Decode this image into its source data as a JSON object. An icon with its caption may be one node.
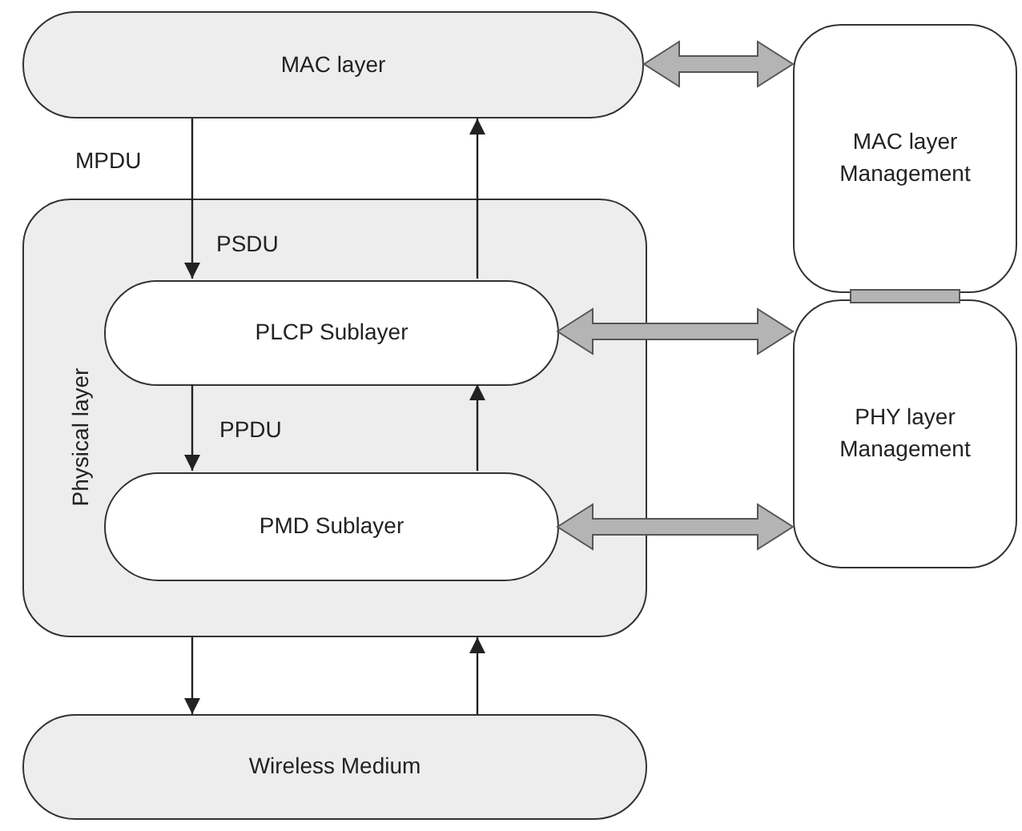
{
  "diagram": {
    "nodes": [
      {
        "text": [
          "MAC layer"
        ]
      },
      {
        "text": [
          "MAC layer Management"
        ]
      },
      {
        "text": [
          "Physical layer"
        ]
      },
      {
        "text": [
          "PLCP Sublayer"
        ],
        "in": 2
      },
      {
        "text": [
          "PMD Sublayer"
        ],
        "in": 2
      },
      {
        "text": [
          "PHY layer Management"
        ]
      },
      {
        "text": [
          "Wireless Medium"
        ]
      }
    ],
    "edges": [
      {
        "from": 0,
        "to": 3,
        "arrow": "to"
      },
      {
        "from": 3,
        "to": 0,
        "arrow": "to"
      },
      {
        "from": 3,
        "to": 4,
        "arrow": "to"
      },
      {
        "from": 4,
        "to": 3,
        "arrow": "to"
      },
      {
        "from": 2,
        "to": 6,
        "arrow": "to"
      },
      {
        "from": 6,
        "to": 2,
        "arrow": "to"
      },
      {
        "from": 0,
        "to": 1,
        "arrow": "both",
        "style": "thick",
        "color": "#b4b4b4"
      },
      {
        "from": 3,
        "to": 5,
        "arrow": "both",
        "style": "thick",
        "color": "#b4b4b4"
      },
      {
        "from": 4,
        "to": 5,
        "arrow": "both",
        "style": "thick",
        "color": "#b4b4b4"
      },
      {
        "from": 1,
        "to": 5,
        "arrow": "none",
        "style": "thick",
        "color": "#b4b4b4"
      }
    ],
    "labels": [
      "MPDU",
      "PSDU",
      "PPDU"
    ]
  }
}
